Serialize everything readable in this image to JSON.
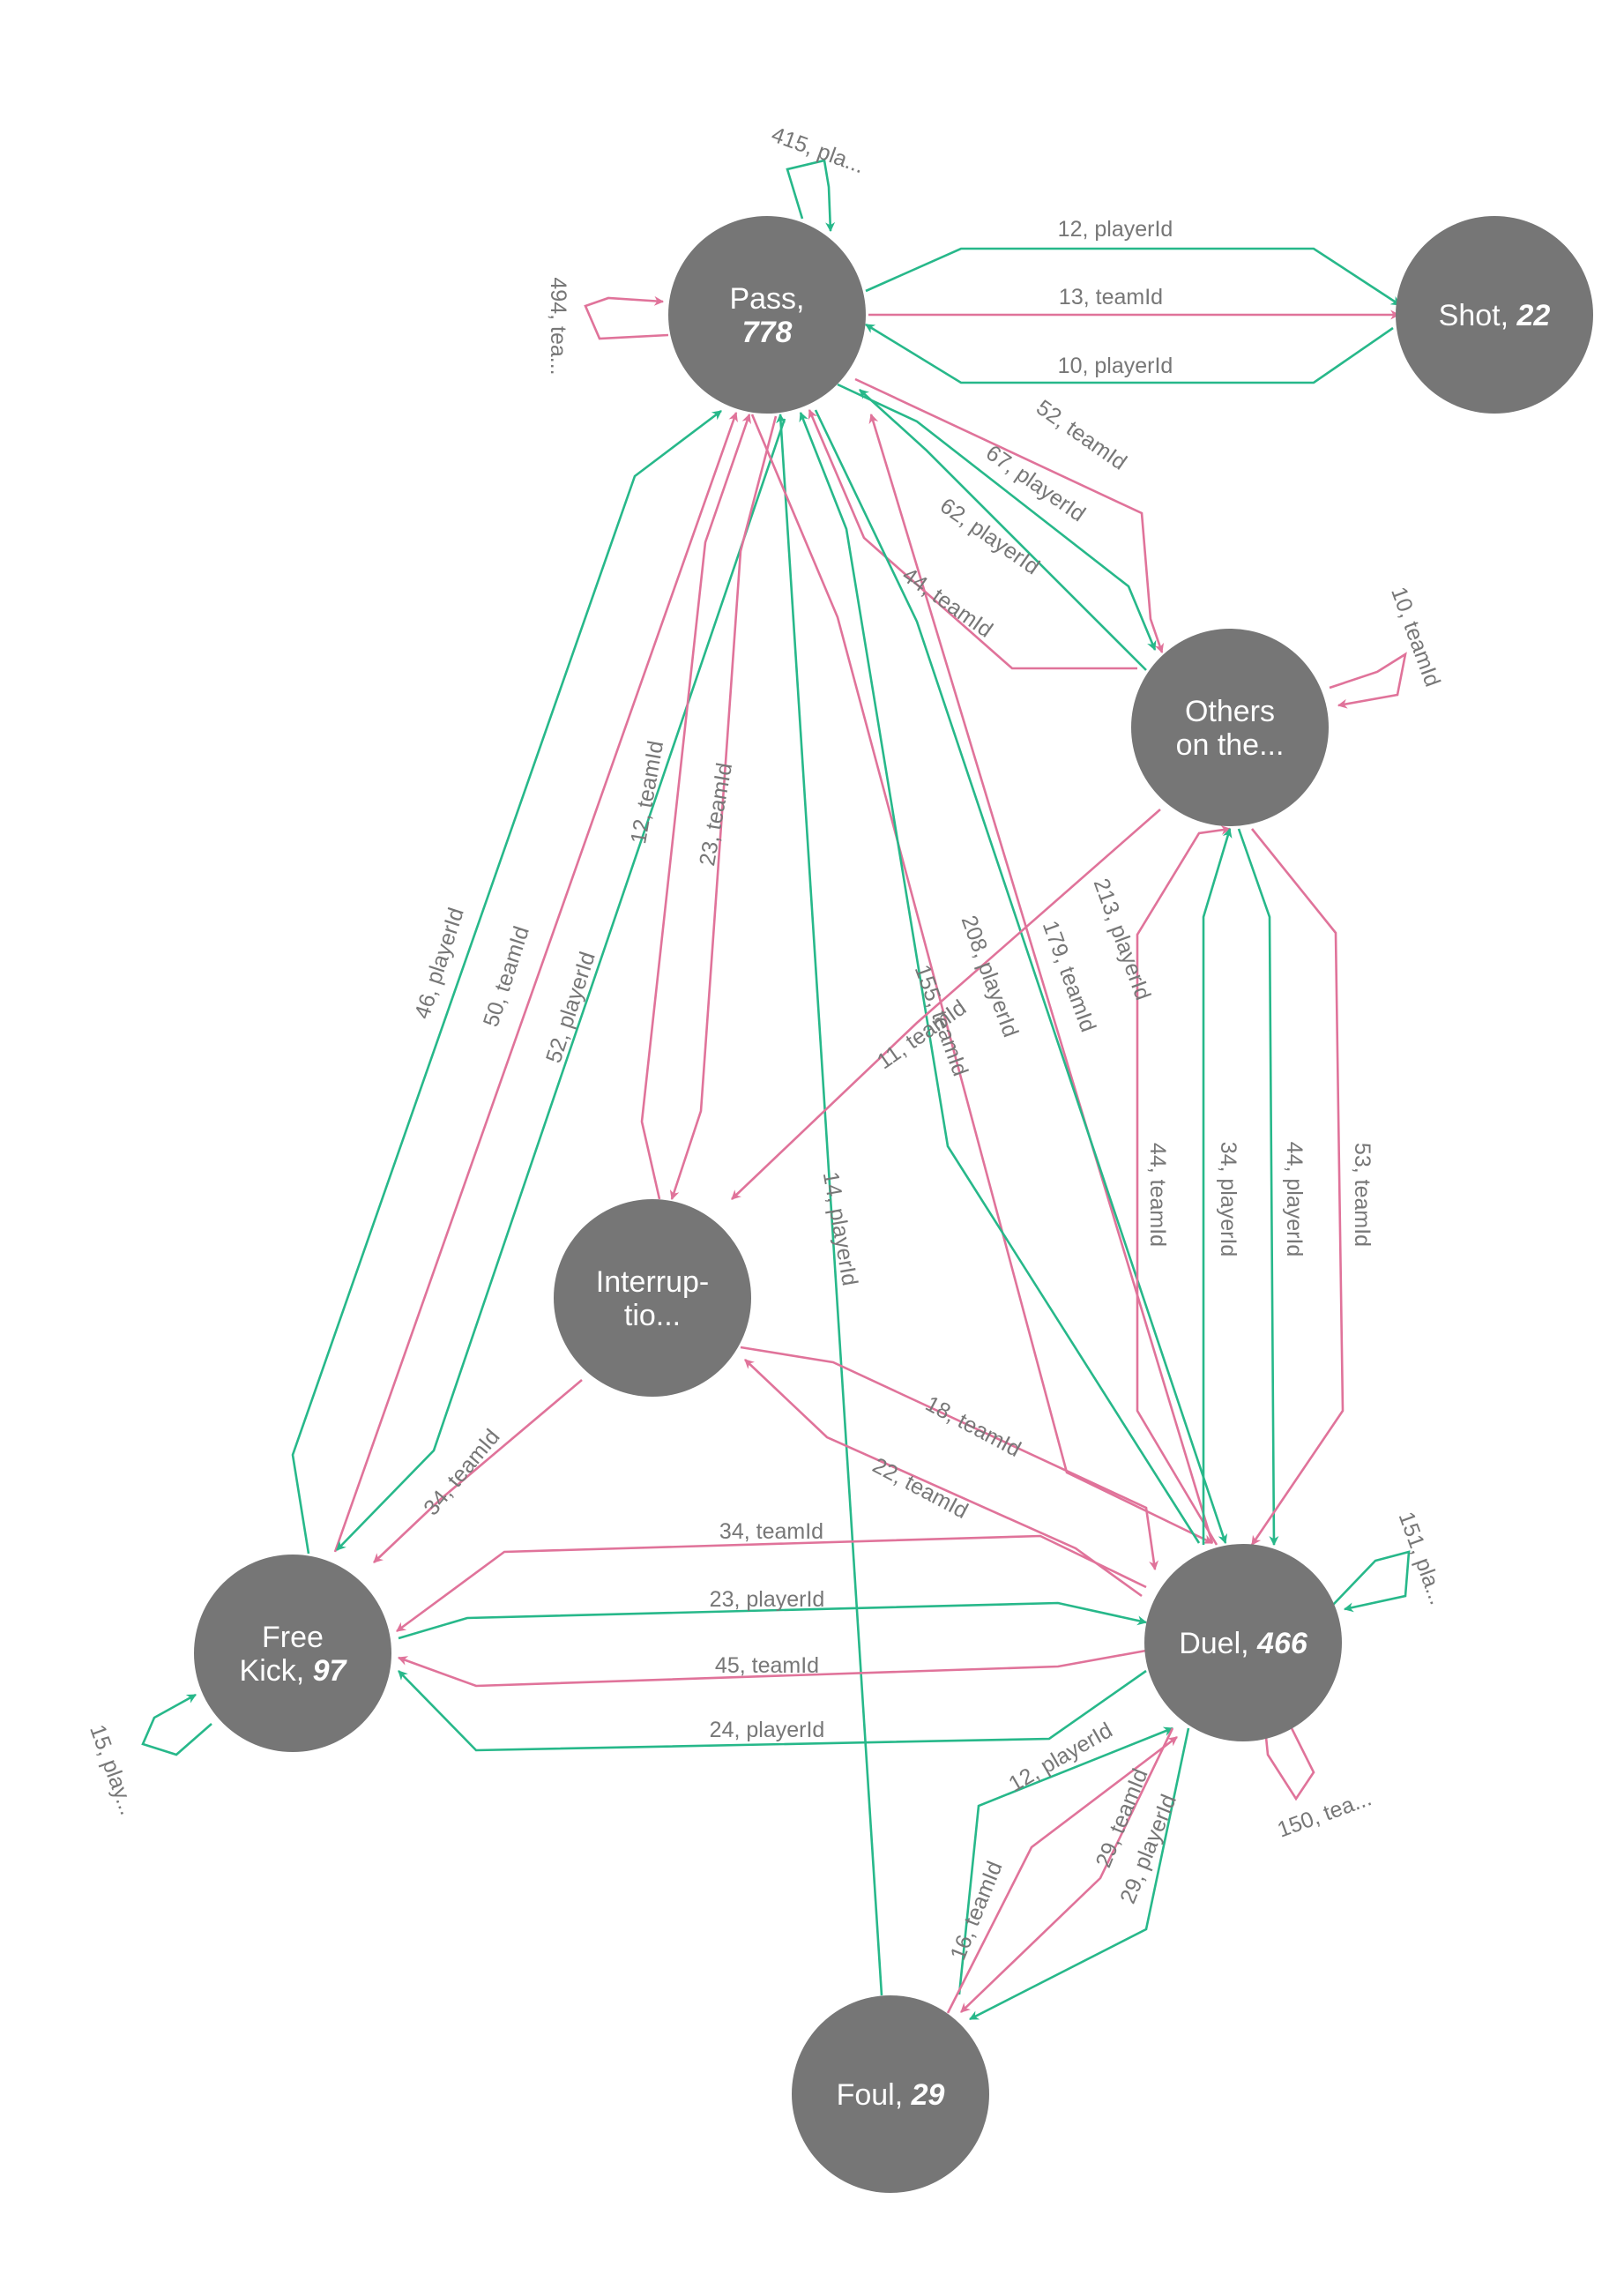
{
  "colors": {
    "node": "#767676",
    "player_edge": "#27b88a",
    "team_edge": "#e0739a",
    "label": "#777777",
    "background": "#ffffff"
  },
  "nodes": [
    {
      "id": "pass",
      "label": "Pass,",
      "count": "778"
    },
    {
      "id": "shot",
      "label": "Shot,",
      "count": "22"
    },
    {
      "id": "others",
      "label": "Others",
      "label2": "on the...",
      "count": ""
    },
    {
      "id": "interruption",
      "label": "Interrup-",
      "label2": "tio...",
      "count": ""
    },
    {
      "id": "freekick",
      "label": "Free",
      "label2": "Kick,",
      "count": "97"
    },
    {
      "id": "duel",
      "label": "Duel,",
      "count": "466"
    },
    {
      "id": "foul",
      "label": "Foul,",
      "count": "29"
    }
  ],
  "edges": [
    {
      "id": "e01",
      "from": "pass",
      "to": "pass",
      "kind": "playerId",
      "label": "415, pla..."
    },
    {
      "id": "e02",
      "from": "pass",
      "to": "pass",
      "kind": "teamId",
      "label": "494, tea..."
    },
    {
      "id": "e03",
      "from": "pass",
      "to": "shot",
      "kind": "playerId",
      "label": "12, playerId"
    },
    {
      "id": "e04",
      "from": "pass",
      "to": "shot",
      "kind": "teamId",
      "label": "13, teamId"
    },
    {
      "id": "e05",
      "from": "shot",
      "to": "pass",
      "kind": "playerId",
      "label": "10, playerId"
    },
    {
      "id": "e06",
      "from": "pass",
      "to": "others",
      "kind": "teamId",
      "label": "52, teamId"
    },
    {
      "id": "e07",
      "from": "pass",
      "to": "others",
      "kind": "playerId",
      "label": "67, playerId"
    },
    {
      "id": "e08",
      "from": "others",
      "to": "pass",
      "kind": "playerId",
      "label": "62, playerId"
    },
    {
      "id": "e09",
      "from": "others",
      "to": "pass",
      "kind": "teamId",
      "label": "44, teamId"
    },
    {
      "id": "e10",
      "from": "others",
      "to": "others",
      "kind": "teamId",
      "label": "10, teamId"
    },
    {
      "id": "e11",
      "from": "freekick",
      "to": "pass",
      "kind": "playerId",
      "label": "46, playerId"
    },
    {
      "id": "e12",
      "from": "freekick",
      "to": "pass",
      "kind": "teamId",
      "label": "50, teamId"
    },
    {
      "id": "e13",
      "from": "pass",
      "to": "freekick",
      "kind": "playerId",
      "label": "52, playerId"
    },
    {
      "id": "e14",
      "from": "interruption",
      "to": "pass",
      "kind": "teamId",
      "label": "12, teamId"
    },
    {
      "id": "e15",
      "from": "pass",
      "to": "interruption",
      "kind": "teamId",
      "label": "23, teamId"
    },
    {
      "id": "e16",
      "from": "foul",
      "to": "pass",
      "kind": "playerId",
      "label": "14, playerId"
    },
    {
      "id": "e17",
      "from": "pass",
      "to": "duel",
      "kind": "teamId",
      "label": "155, teamId"
    },
    {
      "id": "e18",
      "from": "duel",
      "to": "pass",
      "kind": "playerId",
      "label": "208, playerId"
    },
    {
      "id": "e19",
      "from": "duel",
      "to": "pass",
      "kind": "teamId",
      "label": "179, teamId"
    },
    {
      "id": "e20",
      "from": "pass",
      "to": "duel",
      "kind": "playerId",
      "label": "213, playerId"
    },
    {
      "id": "e21",
      "from": "others",
      "to": "interruption",
      "kind": "teamId",
      "label": "11, teamId"
    },
    {
      "id": "e22",
      "from": "duel",
      "to": "others",
      "kind": "teamId",
      "label": "44, teamId"
    },
    {
      "id": "e23",
      "from": "duel",
      "to": "others",
      "kind": "playerId",
      "label": "34, playerId"
    },
    {
      "id": "e24",
      "from": "others",
      "to": "duel",
      "kind": "playerId",
      "label": "44, playerId"
    },
    {
      "id": "e25",
      "from": "others",
      "to": "duel",
      "kind": "teamId",
      "label": "53, teamId"
    },
    {
      "id": "e26",
      "from": "interruption",
      "to": "duel",
      "kind": "teamId",
      "label": "18, teamId"
    },
    {
      "id": "e27",
      "from": "duel",
      "to": "interruption",
      "kind": "teamId",
      "label": "22, teamId"
    },
    {
      "id": "e28",
      "from": "interruption",
      "to": "freekick",
      "kind": "teamId",
      "label": "34, teamId"
    },
    {
      "id": "e29",
      "from": "duel",
      "to": "freekick",
      "kind": "teamId",
      "label": "34, teamId"
    },
    {
      "id": "e30",
      "from": "freekick",
      "to": "duel",
      "kind": "playerId",
      "label": "23, playerId"
    },
    {
      "id": "e31",
      "from": "duel",
      "to": "freekick",
      "kind": "teamId",
      "label": "45, teamId"
    },
    {
      "id": "e32",
      "from": "duel",
      "to": "freekick",
      "kind": "playerId",
      "label": "24, playerId"
    },
    {
      "id": "e33",
      "from": "freekick",
      "to": "freekick",
      "kind": "playerId",
      "label": "15, play..."
    },
    {
      "id": "e34",
      "from": "duel",
      "to": "duel",
      "kind": "playerId",
      "label": "151, pla..."
    },
    {
      "id": "e35",
      "from": "duel",
      "to": "duel",
      "kind": "teamId",
      "label": "150, tea..."
    },
    {
      "id": "e36",
      "from": "foul",
      "to": "duel",
      "kind": "playerId",
      "label": "12, playerId"
    },
    {
      "id": "e37",
      "from": "foul",
      "to": "duel",
      "kind": "teamId",
      "label": "16, teamId"
    },
    {
      "id": "e38",
      "from": "duel",
      "to": "foul",
      "kind": "teamId",
      "label": "29, teamId"
    },
    {
      "id": "e39",
      "from": "duel",
      "to": "foul",
      "kind": "playerId",
      "label": "29, playerId"
    }
  ]
}
